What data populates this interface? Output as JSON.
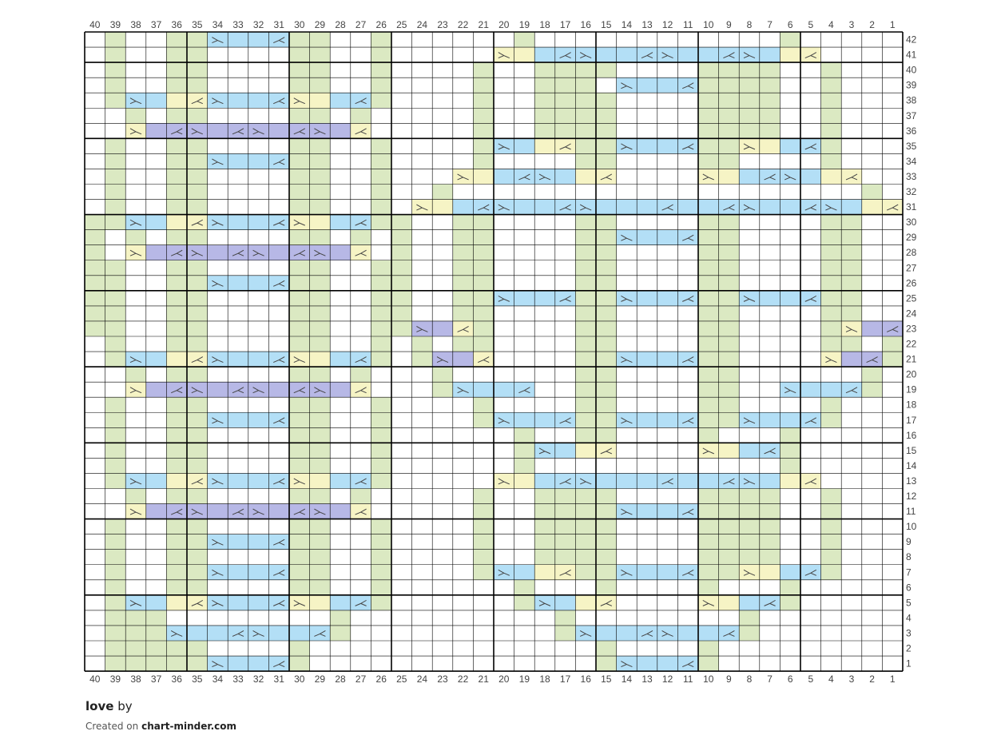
{
  "chart": {
    "cols": 40,
    "rows": 42,
    "colors": {
      "green": "#dbe9c2",
      "blue": "#b3dff6",
      "yellow": "#f6f4c5",
      "purple": "#b7b8e6",
      "grid": "#000000",
      "symbol": "#444444"
    }
  },
  "rows": {
    "1": {
      "green": [
        39,
        38,
        37,
        36,
        35,
        30,
        15,
        10
      ],
      "blue": [
        34,
        33,
        32,
        31,
        14,
        13,
        12,
        11
      ],
      "sym": {
        "34": "R",
        "31": "L",
        "14": "R",
        "11": "L"
      }
    },
    "2": {
      "green": [
        39,
        38,
        37,
        36,
        35,
        30,
        15,
        10
      ]
    },
    "3": {
      "green": [
        39,
        38,
        37,
        28,
        17,
        8
      ],
      "blue": [
        36,
        35,
        34,
        33,
        32,
        31,
        30,
        29,
        16,
        15,
        14,
        13,
        12,
        11,
        10,
        9
      ],
      "sym": {
        "36": "R",
        "33": "L",
        "32": "R",
        "29": "L",
        "16": "R",
        "13": "L",
        "12": "R",
        "9": "L"
      }
    },
    "4": {
      "green": [
        39,
        38,
        37,
        28,
        17,
        8
      ]
    },
    "5": {
      "green": [
        39,
        26,
        19,
        6
      ],
      "blue": [
        38,
        37,
        34,
        33,
        32,
        31,
        28,
        27,
        18,
        17,
        8,
        7
      ],
      "yellow": [
        36,
        35,
        30,
        29,
        16,
        15,
        10,
        9
      ],
      "sym": {
        "38": "R",
        "35": "L",
        "34": "R",
        "31": "L",
        "30": "R",
        "27": "L",
        "18": "R",
        "15": "L",
        "10": "R",
        "7": "L"
      }
    },
    "6": {
      "green": [
        39,
        36,
        35,
        30,
        29,
        26,
        19,
        15,
        10,
        6
      ]
    },
    "7": {
      "green": [
        39,
        36,
        35,
        30,
        29,
        26,
        21,
        16,
        15,
        10,
        9,
        4
      ],
      "blue": [
        34,
        33,
        32,
        31,
        20,
        19,
        14,
        13,
        12,
        11,
        6,
        5
      ],
      "yellow": [
        18,
        17,
        8,
        7
      ],
      "sym": {
        "34": "R",
        "31": "L",
        "20": "R",
        "17": "L",
        "14": "R",
        "11": "L",
        "8": "R",
        "5": "L"
      }
    },
    "8": {
      "green": [
        39,
        36,
        35,
        30,
        29,
        26,
        21,
        18,
        17,
        16,
        15,
        10,
        9,
        8,
        7,
        4
      ]
    },
    "9": {
      "green": [
        39,
        36,
        35,
        30,
        29,
        26,
        21,
        18,
        17,
        16,
        15,
        10,
        9,
        8,
        7,
        4
      ],
      "blue": [
        34,
        33,
        32,
        31
      ],
      "sym": {
        "34": "R",
        "31": "L"
      }
    },
    "10": {
      "green": [
        39,
        36,
        35,
        30,
        29,
        26,
        21,
        18,
        17,
        16,
        15,
        10,
        9,
        8,
        7,
        4
      ]
    },
    "11": {
      "green": [
        38,
        27,
        21,
        18,
        17,
        16,
        15,
        10,
        9,
        8,
        7,
        4
      ],
      "blue": [
        14,
        13,
        12,
        11
      ],
      "purple": [
        37,
        36,
        35,
        34,
        33,
        32,
        31,
        30,
        29,
        28
      ],
      "yellow": [
        38,
        27
      ],
      "sym": {
        "38": "R",
        "36": "L",
        "35": "R",
        "33": "L",
        "32": "R",
        "30": "L",
        "29": "R",
        "27": "L",
        "14": "R",
        "11": "L"
      }
    },
    "12": {
      "green": [
        38,
        36,
        35,
        30,
        29,
        27,
        21,
        18,
        17,
        16,
        15,
        10,
        9,
        8,
        7,
        4
      ]
    },
    "13": {
      "green": [
        39,
        36,
        35,
        30,
        29,
        26,
        19,
        6
      ],
      "blue": [
        38,
        37,
        34,
        33,
        32,
        31,
        28,
        27,
        18,
        17,
        16,
        15,
        14,
        13,
        12,
        11,
        10,
        9,
        8,
        7
      ],
      "yellow": [
        36,
        35,
        30,
        29,
        20,
        19,
        6,
        5
      ],
      "sym": {
        "38": "R",
        "35": "L",
        "34": "R",
        "31": "L",
        "30": "R",
        "27": "L",
        "20": "R",
        "17": "L",
        "16": "R",
        "12": "L",
        "9": "L",
        "8": "R",
        "5": "L"
      }
    },
    "14": {
      "green": [
        39,
        36,
        35,
        30,
        29,
        26,
        19,
        6
      ]
    },
    "15": {
      "green": [
        39,
        36,
        35,
        30,
        29,
        26,
        19,
        6
      ],
      "blue": [
        18,
        17,
        8,
        7
      ],
      "yellow": [
        16,
        15,
        10,
        9
      ],
      "sym": {
        "18": "R",
        "15": "L",
        "10": "R",
        "7": "L"
      }
    },
    "16": {
      "green": [
        39,
        36,
        35,
        30,
        29,
        26,
        19,
        16,
        15,
        10,
        6
      ]
    },
    "17": {
      "green": [
        39,
        36,
        35,
        30,
        29,
        26,
        21,
        16,
        15,
        10,
        9,
        4
      ],
      "blue": [
        34,
        33,
        32,
        31,
        20,
        19,
        18,
        17,
        14,
        13,
        12,
        11,
        8,
        7,
        6,
        5
      ],
      "sym": {
        "34": "R",
        "31": "L",
        "20": "R",
        "17": "L",
        "14": "R",
        "11": "L",
        "8": "R",
        "5": "L"
      }
    },
    "18": {
      "green": [
        39,
        36,
        35,
        30,
        29,
        26,
        21,
        16,
        15,
        10,
        9,
        4
      ]
    },
    "19": {
      "green": [
        38,
        27,
        23,
        16,
        15,
        10,
        9,
        2
      ],
      "purple": [
        37,
        36,
        35,
        34,
        33,
        32,
        31,
        30,
        29,
        28
      ],
      "yellow": [
        38,
        27
      ],
      "blue": [
        22,
        21,
        20,
        19,
        6,
        5,
        4,
        3
      ],
      "sym": {
        "38": "R",
        "36": "L",
        "35": "R",
        "33": "L",
        "32": "R",
        "30": "L",
        "29": "R",
        "27": "L",
        "22": "R",
        "19": "L",
        "6": "R",
        "3": "L"
      }
    },
    "20": {
      "green": [
        38,
        36,
        35,
        30,
        29,
        27,
        23,
        16,
        15,
        10,
        9,
        2
      ]
    },
    "21": {
      "green": [
        39,
        26,
        24,
        16,
        15,
        10,
        9,
        1
      ],
      "blue": [
        38,
        37,
        34,
        33,
        32,
        31,
        28,
        27,
        14,
        13,
        12,
        11
      ],
      "yellow": [
        36,
        35,
        30,
        29,
        21,
        4
      ],
      "purple": [
        23,
        22,
        3,
        2
      ],
      "sym": {
        "38": "R",
        "35": "L",
        "34": "R",
        "31": "L",
        "30": "R",
        "27": "L",
        "23": "R",
        "21": "L",
        "14": "R",
        "11": "L",
        "4": "R",
        "2": "L"
      }
    },
    "22": {
      "green": [
        39,
        36,
        35,
        30,
        29,
        26,
        24,
        22,
        21,
        16,
        15,
        10,
        9,
        4,
        3,
        1
      ]
    },
    "23": {
      "green": [
        40,
        39,
        36,
        35,
        30,
        29,
        26,
        25,
        21,
        16,
        15,
        10,
        9,
        4,
        3
      ],
      "purple": [
        24,
        23,
        2,
        1
      ],
      "yellow": [
        22,
        3
      ],
      "sym": {
        "24": "R",
        "22": "L",
        "3": "R",
        "1": "L"
      }
    },
    "24": {
      "green": [
        40,
        39,
        36,
        35,
        30,
        29,
        26,
        25,
        22,
        21,
        16,
        15,
        10,
        9,
        4,
        3
      ]
    },
    "25": {
      "green": [
        40,
        39,
        36,
        35,
        30,
        29,
        26,
        25,
        22,
        21,
        16,
        15,
        10,
        9,
        4,
        3
      ],
      "blue": [
        20,
        19,
        18,
        17,
        14,
        13,
        12,
        11,
        8,
        7,
        6,
        5
      ],
      "sym": {
        "20": "R",
        "17": "L",
        "14": "R",
        "11": "L",
        "8": "R",
        "5": "L"
      }
    },
    "26": {
      "green": [
        40,
        39,
        36,
        35,
        30,
        29,
        26,
        25,
        22,
        21,
        16,
        15,
        10,
        9,
        4,
        3
      ],
      "blue": [
        34,
        33,
        32,
        31
      ],
      "sym": {
        "34": "R",
        "31": "L"
      }
    },
    "27": {
      "green": [
        40,
        39,
        36,
        35,
        30,
        29,
        26,
        25,
        22,
        21,
        16,
        15,
        10,
        9,
        4,
        3
      ]
    },
    "28": {
      "green": [
        40,
        38,
        27,
        25,
        22,
        21,
        16,
        15,
        10,
        9,
        4,
        3
      ],
      "purple": [
        37,
        36,
        35,
        34,
        33,
        32,
        31,
        30,
        29,
        28
      ],
      "yellow": [
        38,
        27
      ],
      "sym": {
        "38": "R",
        "36": "L",
        "35": "R",
        "33": "L",
        "32": "R",
        "30": "L",
        "29": "R",
        "27": "L"
      }
    },
    "29": {
      "green": [
        40,
        38,
        36,
        35,
        30,
        29,
        27,
        25,
        22,
        21,
        16,
        15,
        10,
        9,
        4,
        3
      ],
      "blue": [
        14,
        13,
        12,
        11
      ],
      "sym": {
        "14": "R",
        "11": "L"
      }
    },
    "30": {
      "green": [
        40,
        39,
        26,
        25,
        22,
        21,
        16,
        15,
        10,
        9,
        4,
        3
      ],
      "blue": [
        38,
        37,
        34,
        33,
        32,
        31,
        28,
        27
      ],
      "yellow": [
        36,
        35,
        30,
        29
      ],
      "sym": {
        "38": "R",
        "35": "L",
        "34": "R",
        "31": "L",
        "30": "R",
        "27": "L"
      }
    },
    "31": {
      "green": [
        39,
        36,
        35,
        30,
        29,
        26,
        23
      ],
      "yellow": [
        24,
        23,
        2,
        1
      ],
      "blue": [
        22,
        21,
        20,
        19,
        18,
        17,
        16,
        15,
        14,
        13,
        12,
        11,
        10,
        9,
        8,
        7,
        6,
        5,
        4,
        3
      ],
      "sym": {
        "24": "R",
        "21": "L",
        "20": "R",
        "17": "L",
        "16": "R",
        "12": "L",
        "9": "L",
        "8": "R",
        "5": "L",
        "4": "R",
        "1": "L"
      }
    },
    "32": {
      "green": [
        39,
        36,
        35,
        30,
        29,
        26,
        23,
        2
      ]
    },
    "33": {
      "green": [
        39,
        36,
        35,
        30,
        29,
        26,
        21,
        4
      ],
      "yellow": [
        22,
        21,
        16,
        15,
        10,
        9,
        4,
        3
      ],
      "blue": [
        20,
        19,
        18,
        17,
        8,
        7,
        6,
        5
      ],
      "sym": {
        "22": "R",
        "19": "L",
        "18": "R",
        "15": "L",
        "10": "R",
        "7": "L",
        "6": "R",
        "3": "L"
      }
    },
    "34": {
      "green": [
        39,
        36,
        35,
        30,
        29,
        26,
        21,
        16,
        15,
        10,
        9,
        4
      ],
      "blue": [
        34,
        33,
        32,
        31
      ],
      "sym": {
        "34": "R",
        "31": "L"
      }
    },
    "35": {
      "green": [
        39,
        36,
        35,
        30,
        29,
        26,
        21,
        16,
        15,
        10,
        9,
        4
      ],
      "blue": [
        20,
        19,
        14,
        13,
        12,
        11,
        6,
        5
      ],
      "yellow": [
        18,
        17,
        8,
        7
      ],
      "sym": {
        "20": "R",
        "17": "L",
        "14": "R",
        "11": "L",
        "8": "R",
        "5": "L"
      }
    },
    "36": {
      "green": [
        38,
        27,
        21,
        18,
        17,
        16,
        15,
        10,
        9,
        8,
        7,
        4
      ],
      "purple": [
        37,
        36,
        35,
        34,
        33,
        32,
        31,
        30,
        29,
        28
      ],
      "yellow": [
        38,
        27
      ],
      "sym": {
        "38": "R",
        "36": "L",
        "35": "R",
        "33": "L",
        "32": "R",
        "30": "L",
        "29": "R",
        "27": "L"
      }
    },
    "37": {
      "green": [
        38,
        36,
        35,
        30,
        29,
        27,
        21,
        18,
        17,
        16,
        15,
        10,
        9,
        8,
        7,
        4
      ]
    },
    "38": {
      "green": [
        39,
        26,
        21,
        18,
        17,
        16,
        15,
        10,
        9,
        8,
        7,
        4
      ],
      "blue": [
        38,
        37,
        34,
        33,
        32,
        31,
        28,
        27
      ],
      "yellow": [
        36,
        35,
        30,
        29
      ],
      "sym": {
        "38": "R",
        "35": "L",
        "34": "R",
        "31": "L",
        "30": "R",
        "27": "L"
      }
    },
    "39": {
      "green": [
        39,
        36,
        35,
        30,
        29,
        26,
        21,
        18,
        17,
        16,
        10,
        9,
        8,
        7,
        4
      ],
      "blue": [
        14,
        13,
        12,
        11
      ],
      "sym": {
        "14": "R",
        "11": "L"
      }
    },
    "40": {
      "green": [
        39,
        36,
        35,
        30,
        29,
        26,
        21,
        18,
        17,
        16,
        15,
        10,
        9,
        8,
        7,
        4
      ]
    },
    "41": {
      "green": [
        39,
        36,
        35,
        30,
        29,
        26
      ],
      "yellow": [
        20,
        19,
        6,
        5
      ],
      "blue": [
        18,
        17,
        16,
        15,
        14,
        13,
        12,
        11,
        10,
        9,
        8,
        7
      ],
      "sym": {
        "20": "R",
        "17": "L",
        "16": "R",
        "13": "L",
        "12": "R",
        "9": "L",
        "8": "R",
        "5": "L"
      }
    },
    "42": {
      "green": [
        39,
        36,
        35,
        30,
        29,
        26,
        19,
        6
      ],
      "blue": [
        34,
        33,
        32,
        31
      ],
      "sym": {
        "34": "R",
        "31": "L"
      }
    }
  },
  "footer": {
    "title": "love",
    "by": "by",
    "created_on": "Created on",
    "site": "chart-minder.com"
  }
}
